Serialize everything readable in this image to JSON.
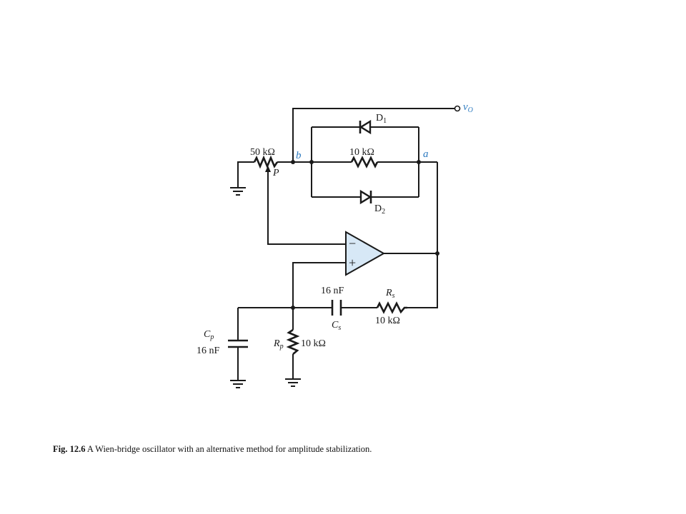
{
  "labels": {
    "output": "v",
    "output_sub": "O",
    "d1": "D",
    "d1_sub": "1",
    "d2": "D",
    "d2_sub": "2",
    "pot_value": "50 kΩ",
    "pot_wiper": "P",
    "node_b": "b",
    "node_a": "a",
    "r_feedback": "10 kΩ",
    "opamp_minus": "−",
    "opamp_plus": "+",
    "cs_value": "16 nF",
    "cs_name": "C",
    "cs_sub": "s",
    "rs_name": "R",
    "rs_sub": "s",
    "rs_value": "10 kΩ",
    "cp_name": "C",
    "cp_sub": "p",
    "cp_value": "16 nF",
    "rp_name": "R",
    "rp_sub": "p",
    "rp_value": "10 kΩ"
  },
  "caption": {
    "fig_label": "Fig",
    "fig_number": ". 12.6",
    "text": " A Wien-bridge oscillator with an alternative method for amplitude stabilization."
  },
  "colors": {
    "opamp_fill": "#d7e8f6",
    "node_label": "#2e7bc0",
    "wire": "#1a1a1a"
  }
}
